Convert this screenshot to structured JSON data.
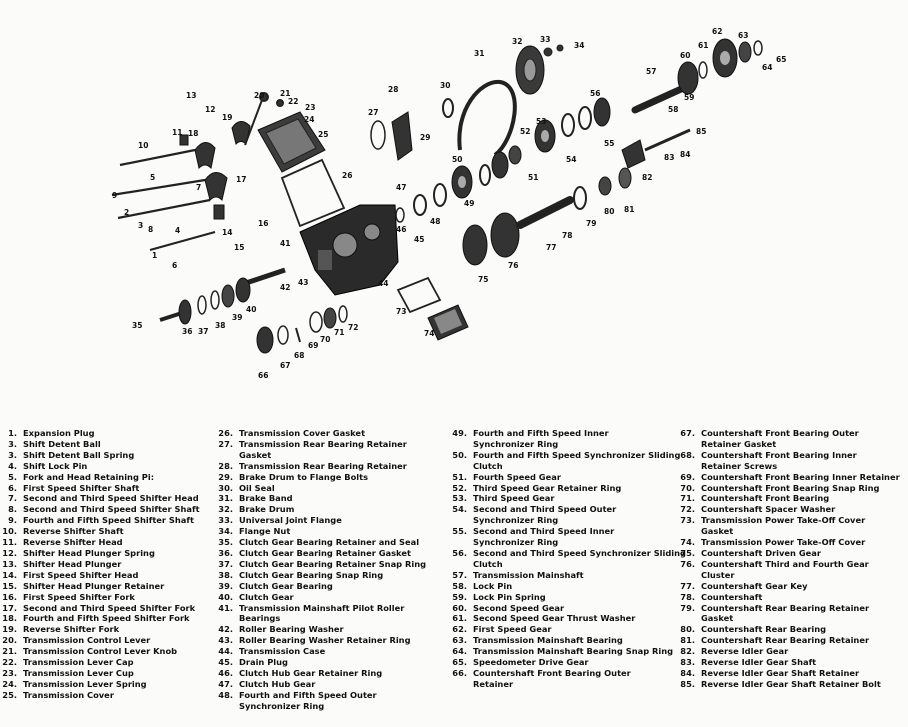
{
  "legend": {
    "col1": [
      {
        "n": "1.",
        "t": "Expansion Plug"
      },
      {
        "n": "3.",
        "t": "Shift Detent Ball"
      },
      {
        "n": "3.",
        "t": "Shift Detent Ball Spring"
      },
      {
        "n": "4.",
        "t": "Shift Lock Pin"
      },
      {
        "n": "5.",
        "t": "Fork and Head Retaining Pi:"
      },
      {
        "n": "6.",
        "t": "First Speed Shifter Shaft"
      },
      {
        "n": "7.",
        "t": "Second and Third Speed Shifter Head"
      },
      {
        "n": "8.",
        "t": "Second and Third Speed Shifter Shaft"
      },
      {
        "n": "9.",
        "t": "Fourth and Fifth Speed Shifter Shaft"
      },
      {
        "n": "10.",
        "t": "Reverse Shifter Shaft"
      },
      {
        "n": "11.",
        "t": "Reverse Shifter Head"
      },
      {
        "n": "12.",
        "t": "Shifter Head Plunger Spring"
      },
      {
        "n": "13.",
        "t": "Shifter Head Plunger"
      },
      {
        "n": "14.",
        "t": "First Speed Shifter Head"
      },
      {
        "n": "15.",
        "t": "Shifter Head Plunger Retainer"
      },
      {
        "n": "16.",
        "t": "First Speed Shifter Fork"
      },
      {
        "n": "17.",
        "t": "Second and Third Speed Shifter Fork"
      },
      {
        "n": "18.",
        "t": "Fourth and Fifth Speed Shifter Fork"
      },
      {
        "n": "19.",
        "t": "Reverse Shifter Fork"
      },
      {
        "n": "20.",
        "t": "Transmission Control Lever"
      },
      {
        "n": "21.",
        "t": "Transmission Control Lever Knob"
      },
      {
        "n": "22.",
        "t": "Transmission Lever Cap"
      },
      {
        "n": "23.",
        "t": "Transmission Lever Cup"
      },
      {
        "n": "24.",
        "t": "Transmission Lever Spring"
      },
      {
        "n": "25.",
        "t": "Transmission Cover"
      }
    ],
    "col2": [
      {
        "n": "26.",
        "t": "Transmission Cover Gasket"
      },
      {
        "n": "27.",
        "t": "Transmission Rear Bearing Retainer"
      },
      {
        "n": "",
        "t": "Gasket"
      },
      {
        "n": "28.",
        "t": "Transmission Rear Bearing Retainer"
      },
      {
        "n": "29.",
        "t": "Brake Drum to Flange Bolts"
      },
      {
        "n": "30.",
        "t": "Oil Seal"
      },
      {
        "n": "31.",
        "t": "Brake Band"
      },
      {
        "n": "32.",
        "t": "Brake Drum"
      },
      {
        "n": "33.",
        "t": "Universal Joint Flange"
      },
      {
        "n": "34.",
        "t": "Flange Nut"
      },
      {
        "n": "35.",
        "t": "Clutch Gear Bearing Retainer and Seal"
      },
      {
        "n": "36.",
        "t": "Clutch Gear Bearing Retainer Gasket"
      },
      {
        "n": "37.",
        "t": "Clutch Gear Bearing Retainer Snap Ring"
      },
      {
        "n": "38.",
        "t": "Clutch Gear Bearing Snap Ring"
      },
      {
        "n": "39.",
        "t": "Clutch Gear Bearing"
      },
      {
        "n": "40.",
        "t": "Clutch Gear"
      },
      {
        "n": "41.",
        "t": "Transmission Mainshaft Pilot Roller"
      },
      {
        "n": "",
        "t": "Bearings"
      },
      {
        "n": "42.",
        "t": "Roller Bearing Washer"
      },
      {
        "n": "43.",
        "t": "Roller Bearing Washer Retainer Ring"
      },
      {
        "n": "44.",
        "t": "Transmission Case"
      },
      {
        "n": "45.",
        "t": "Drain Plug"
      },
      {
        "n": "46.",
        "t": "Clutch Hub Gear Retainer Ring"
      },
      {
        "n": "47.",
        "t": "Clutch Hub Gear"
      },
      {
        "n": "48.",
        "t": "Fourth and Fifth Speed Outer"
      },
      {
        "n": "",
        "t": "Synchronizer Ring"
      }
    ],
    "col3": [
      {
        "n": "49.",
        "t": "Fourth and Fifth Speed Inner"
      },
      {
        "n": "",
        "t": "Synchronizer Ring"
      },
      {
        "n": "50.",
        "t": "Fourth and Fifth Speed Synchronizer Sliding"
      },
      {
        "n": "",
        "t": "Clutch"
      },
      {
        "n": "51.",
        "t": "Fourth Speed Gear"
      },
      {
        "n": "52.",
        "t": "Third Speed Gear Retainer Ring"
      },
      {
        "n": "53.",
        "t": "Third Speed Gear"
      },
      {
        "n": "54.",
        "t": "Second and Third Speed Outer"
      },
      {
        "n": "",
        "t": "Synchronizer Ring"
      },
      {
        "n": "55.",
        "t": "Second and Third Speed Inner"
      },
      {
        "n": "",
        "t": "Synchronizer Ring"
      },
      {
        "n": "56.",
        "t": "Second and Third Speed Synchronizer Sliding"
      },
      {
        "n": "",
        "t": "Clutch"
      },
      {
        "n": "57.",
        "t": "Transmission Mainshaft"
      },
      {
        "n": "58.",
        "t": "Lock Pin"
      },
      {
        "n": "59.",
        "t": "Lock Pin Spring"
      },
      {
        "n": "60.",
        "t": "Second Speed Gear"
      },
      {
        "n": "61.",
        "t": "Second Speed Gear Thrust Washer"
      },
      {
        "n": "62.",
        "t": "First Speed Gear"
      },
      {
        "n": "63.",
        "t": "Transmission Mainshaft Bearing"
      },
      {
        "n": "64.",
        "t": "Transmission Mainshaft Bearing Snap Ring"
      },
      {
        "n": "65.",
        "t": "Speedometer Drive Gear"
      },
      {
        "n": "66.",
        "t": "Countershaft Front Bearing Outer"
      },
      {
        "n": "",
        "t": "Retainer"
      }
    ],
    "col4": [
      {
        "n": "67.",
        "t": "Countershaft Front Bearing Outer"
      },
      {
        "n": "",
        "t": "Retainer Gasket"
      },
      {
        "n": "68.",
        "t": "Countershaft Front Bearing Inner"
      },
      {
        "n": "",
        "t": "Retainer Screws"
      },
      {
        "n": "69.",
        "t": "Countershaft Front Bearing Inner Retainer"
      },
      {
        "n": "70.",
        "t": "Countershaft Front Bearing Snap Ring"
      },
      {
        "n": "71.",
        "t": "Countershaft Front Bearing"
      },
      {
        "n": "72.",
        "t": "Countershaft Spacer Washer"
      },
      {
        "n": "73.",
        "t": "Transmission Power Take-Off Cover"
      },
      {
        "n": "",
        "t": "Gasket"
      },
      {
        "n": "74.",
        "t": "Transmission Power Take-Off Cover"
      },
      {
        "n": "75.",
        "t": "Countershaft Driven Gear"
      },
      {
        "n": "76.",
        "t": "Countershaft Third and Fourth Gear"
      },
      {
        "n": "",
        "t": "Cluster"
      },
      {
        "n": "77.",
        "t": "Countershaft Gear Key"
      },
      {
        "n": "78.",
        "t": "Countershaft"
      },
      {
        "n": "79.",
        "t": "Countershaft Rear Bearing Retainer"
      },
      {
        "n": "",
        "t": "Gasket"
      },
      {
        "n": "80.",
        "t": "Countershaft Rear Bearing"
      },
      {
        "n": "81.",
        "t": "Countershaft Rear Bearing Retainer"
      },
      {
        "n": "82.",
        "t": "Reverse Idler Gear"
      },
      {
        "n": "83.",
        "t": "Reverse Idler Gear Shaft"
      },
      {
        "n": "84.",
        "t": "Reverse Idler Gear Shaft Retainer"
      },
      {
        "n": "85.",
        "t": "Reverse Idler Gear Shaft Retainer Bolt"
      }
    ]
  },
  "callouts": [
    "1",
    "2",
    "3",
    "4",
    "5",
    "6",
    "7",
    "8",
    "9",
    "10",
    "11",
    "12",
    "13",
    "14",
    "15",
    "16",
    "17",
    "18",
    "19",
    "20",
    "21",
    "22",
    "23",
    "24",
    "25",
    "26",
    "27",
    "28",
    "29",
    "30",
    "31",
    "32",
    "33",
    "34",
    "35",
    "36",
    "37",
    "38",
    "39",
    "40",
    "41",
    "42",
    "43",
    "44",
    "45",
    "46",
    "47",
    "48",
    "49",
    "50",
    "51",
    "52",
    "53",
    "54",
    "55",
    "56",
    "57",
    "58",
    "59",
    "60",
    "61",
    "62",
    "63",
    "64",
    "65",
    "66",
    "67",
    "68",
    "69",
    "70",
    "71",
    "72",
    "73",
    "74",
    "75",
    "76",
    "77",
    "78",
    "79",
    "80",
    "81",
    "82",
    "83",
    "84",
    "85"
  ],
  "colors": {
    "ink": "#1a1a1a",
    "paper": "#fbfbf9",
    "metal": "#3a3a3a"
  }
}
